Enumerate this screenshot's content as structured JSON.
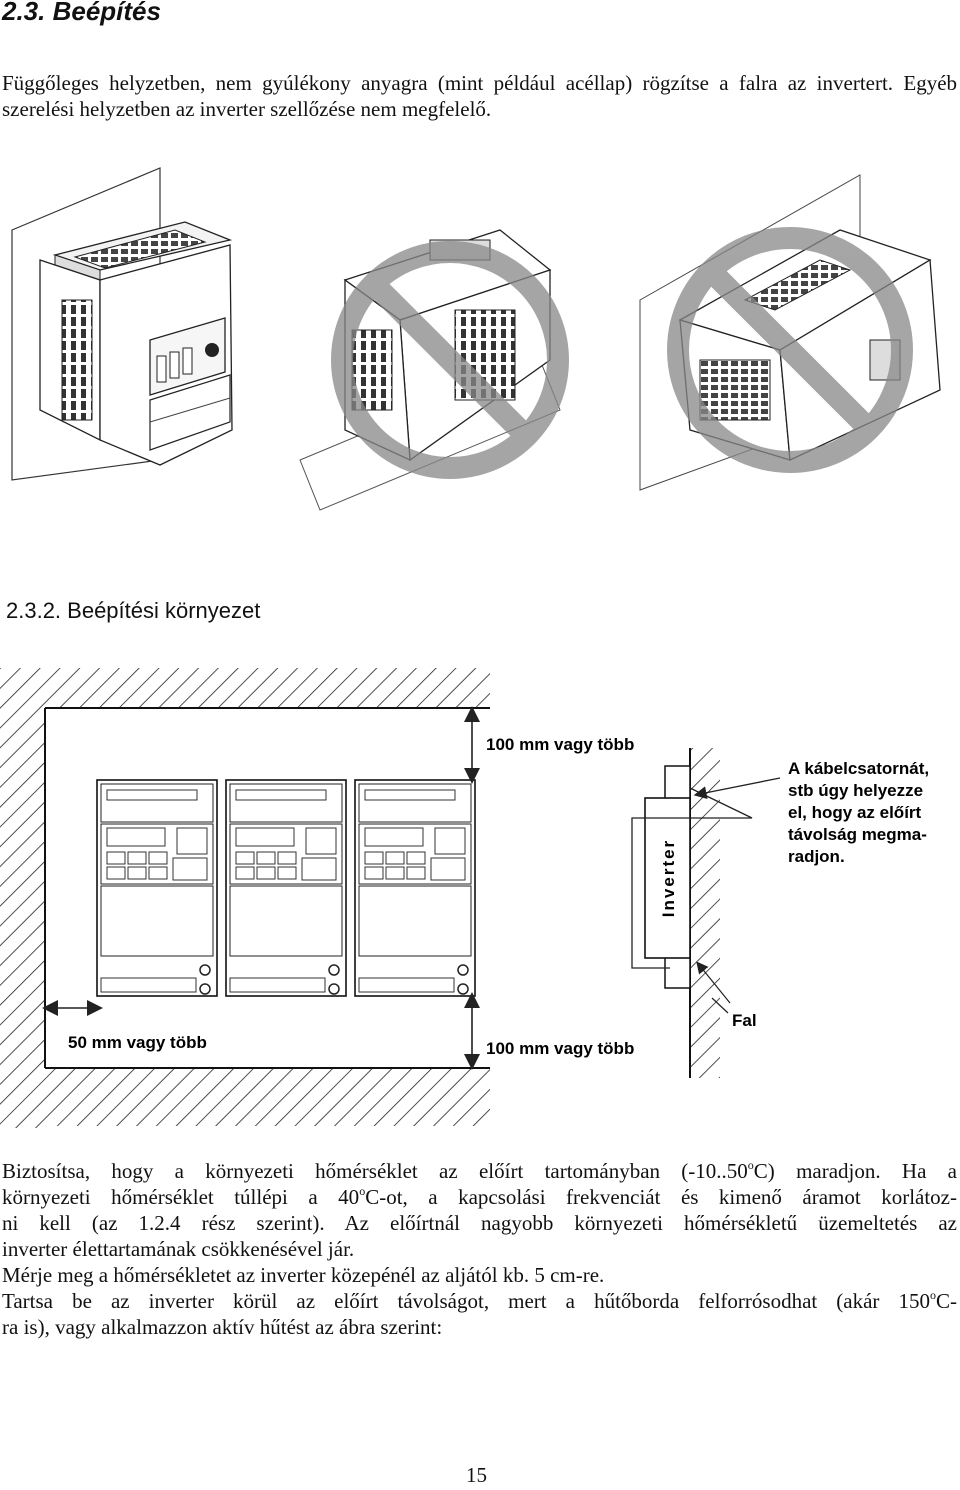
{
  "section_title": "2.3. Beépítés",
  "intro": {
    "line1": "Függőleges helyzetben, nem gyúlékony anyagra (mint például acéllap) rögzítse a falra az",
    "line2": "invertert. Egyéb szerelési helyzetben az inverter szellőzése nem megfelelő."
  },
  "subsection_title": "2.3.2. Beépítési környezet",
  "diagram": {
    "top_clearance": "100 mm vagy több",
    "bottom_clearance": "100 mm vagy több",
    "side_clearance": "50 mm vagy több",
    "note_lines": [
      "A kábelcsatornát,",
      "stb úgy helyezze",
      "el, hogy az előírt",
      "távolság megma-",
      "radjon."
    ],
    "inverter_label": "Inverter",
    "wall_label": "Fal"
  },
  "body": {
    "l1a": "Biztosítsa, hogy a környezeti hőmérséklet az előírt tartományban (-10..50",
    "l1sup": "o",
    "l1b": "C) maradjon. Ha a",
    "l2a": "környezeti hőmérséklet túllépi a 40",
    "l2sup": "o",
    "l2b": "C-ot, a kapcsolási frekvenciát és kimenő áramot korlátoz-",
    "l3": "ni kell (az 1.2.4 rész szerint). Az előírtnál nagyobb környezeti hőmérsékletű üzemeltetés az",
    "l4": "inverter élettartamának csökkenésével jár.",
    "l5": "Mérje meg a hőmérsékletet az inverter közepénél az aljától kb. 5 cm-re.",
    "l6a": "Tartsa be az inverter körül az előírt távolságot, mert a hűtőborda felforrósodhat (akár 150",
    "l6sup": "o",
    "l6b": "C-",
    "l7": "ra is), vagy alkalmazzon aktív hűtést az ábra szerint:"
  },
  "page_number": "15"
}
